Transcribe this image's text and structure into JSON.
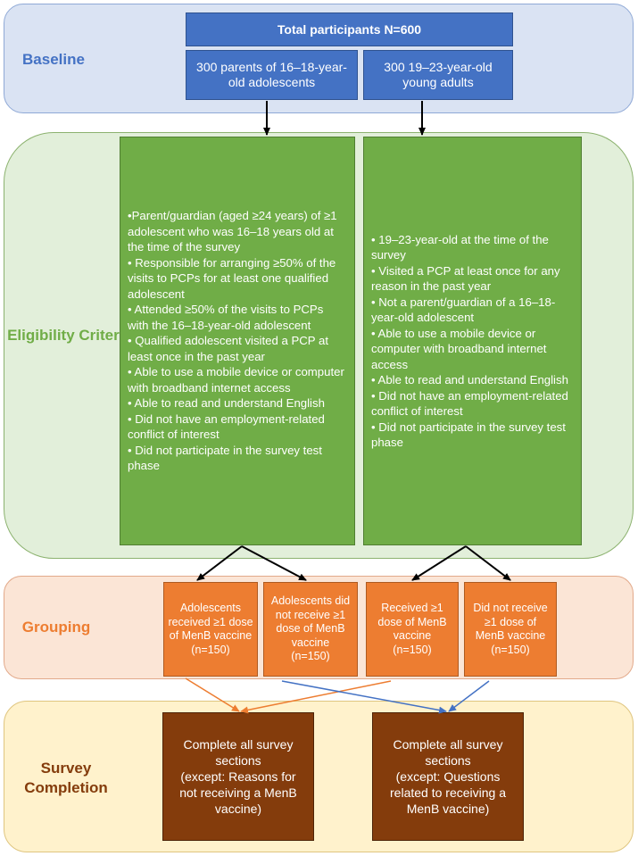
{
  "sections": {
    "baseline": "Baseline",
    "eligibility": "Eligibility Criteria",
    "grouping": "Grouping",
    "survey": "Survey Completion"
  },
  "baseline": {
    "total": "Total participants N=600",
    "parents": "300 parents of 16–18-year-old adolescents",
    "young_adults": "300 19–23-year-old young adults"
  },
  "criteria_left": [
    "•Parent/guardian (aged ≥24 years) of ≥1 adolescent who was 16–18 years old at the time of the survey",
    "• Responsible for arranging ≥50% of the visits to PCPs for at least one qualified adolescent",
    "• Attended ≥50% of the visits to PCPs with the 16–18-year-old adolescent",
    "• Qualified adolescent visited a PCP at least once in the past year",
    "• Able to use a mobile device or computer with broadband internet access",
    "• Able to read and understand English",
    "• Did not have an employment-related conflict of interest",
    "• Did not participate in the survey test phase"
  ],
  "criteria_right": [
    "• 19–23-year-old at the time of the survey",
    "• Visited a PCP at least once for any reason in the past year",
    "• Not a parent/guardian of a 16–18-year-old adolescent",
    "• Able to use a mobile device or computer with broadband internet access",
    "• Able to read and understand English",
    "• Did not have an employment-related conflict of interest",
    "• Did not participate in the survey test phase"
  ],
  "groups": [
    {
      "label": "Adolescents received ≥1 dose of MenB vaccine",
      "n": "(n=150)"
    },
    {
      "label": "Adolescents did not receive ≥1 dose of MenB vaccine",
      "n": "(n=150)"
    },
    {
      "label": "Received ≥1 dose of MenB vaccine",
      "n": "(n=150)"
    },
    {
      "label": "Did not receive ≥1 dose of MenB vaccine",
      "n": "(n=150)"
    }
  ],
  "survey": [
    {
      "title": "Complete all survey sections",
      "note": "(except: Reasons for not receiving a MenB vaccine)"
    },
    {
      "title": "Complete all survey sections",
      "note": "(except: Questions related to receiving a MenB vaccine)"
    }
  ],
  "colors": {
    "blue": "#4472c4",
    "green": "#70ad47",
    "orange": "#ed7d31",
    "brown": "#843c0c",
    "connector_orange": "#ed7d31",
    "connector_blue": "#4472c4"
  }
}
